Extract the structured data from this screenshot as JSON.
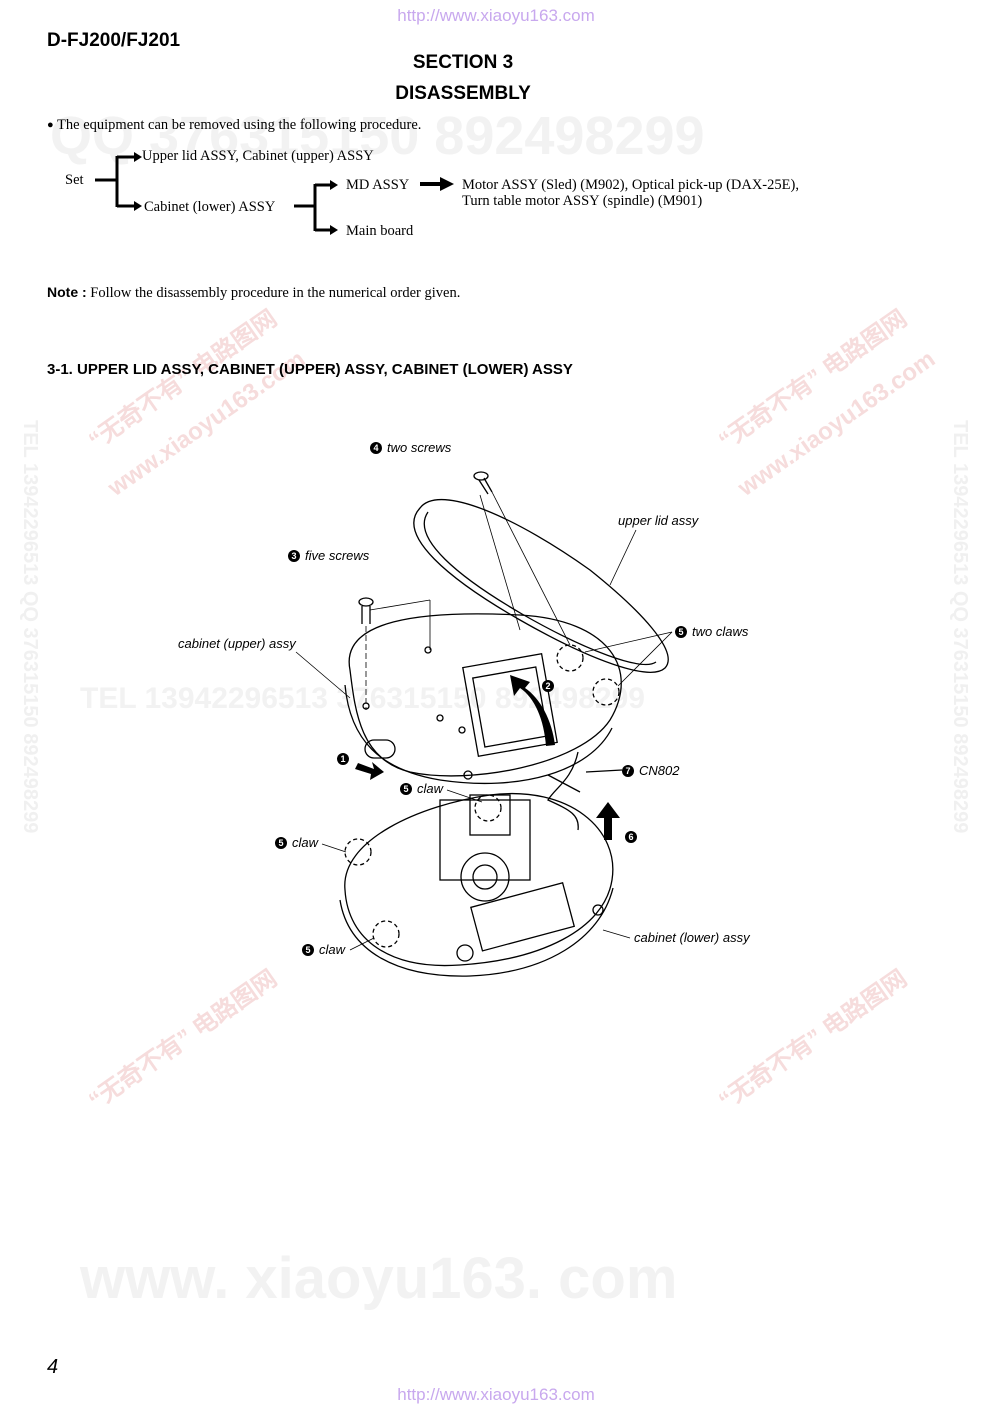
{
  "header": {
    "url_top": "http://www.xiaoyu163.com",
    "model": "D-FJ200/FJ201",
    "section": "SECTION 3",
    "section_title": "DISASSEMBLY"
  },
  "intro": "The equipment can be removed using the following procedure.",
  "flow": {
    "set": "Set",
    "upper": "Upper lid ASSY, Cabinet (upper) ASSY",
    "lower": "Cabinet (lower) ASSY",
    "md": "MD ASSY",
    "main": "Main board",
    "motor_line1": "Motor ASSY (Sled) (M902), Optical pick-up (DAX-25E),",
    "motor_line2": "Turn table motor ASSY (spindle) (M901)"
  },
  "note": {
    "label": "Note :",
    "text": "Follow the disassembly procedure in the numerical order given."
  },
  "subsection": "3-1. UPPER LID ASSY, CABINET (UPPER) ASSY, CABINET (LOWER) ASSY",
  "diagram": {
    "labels": {
      "two_screws": {
        "num": "4",
        "text": "two screws"
      },
      "upper_lid": "upper lid assy",
      "five_screws": {
        "num": "3",
        "text": "five screws"
      },
      "cabinet_upper": "cabinet (upper) assy",
      "two_claws": {
        "num": "5",
        "text": "two claws"
      },
      "step2": "2",
      "step1": "1",
      "cn802": {
        "num": "7",
        "text": "CN802"
      },
      "claw_top": {
        "num": "5",
        "text": "claw"
      },
      "step6": "6",
      "claw_left": {
        "num": "5",
        "text": "claw"
      },
      "cabinet_lower": "cabinet (lower) assy",
      "claw_bottom": {
        "num": "5",
        "text": "claw"
      }
    }
  },
  "watermarks": {
    "phone_top": "QQ 376315150  892498299",
    "phone_mid": "TEL 13942296513  376315150  892498299",
    "site_big": "www. xiaoyu163. com",
    "side": "TEL 13942296513  QQ 376315150  892498299",
    "cn": "“无奇不有” 电路图网",
    "site_small": "www.xiaoyu163.com"
  },
  "footer": {
    "page": "4",
    "url_bottom": "http://www.xiaoyu163.com"
  }
}
